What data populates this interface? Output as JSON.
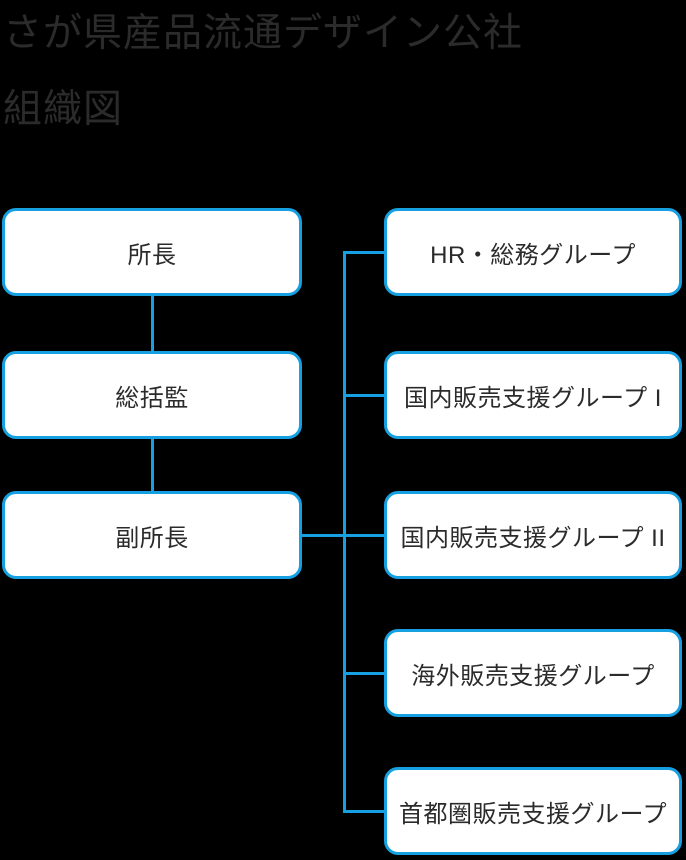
{
  "title": {
    "line1": "さが県産品流通デザイン公社",
    "line2": "組織図"
  },
  "org_chart": {
    "left_nodes": [
      {
        "label": "所長"
      },
      {
        "label": "総括監"
      },
      {
        "label": "副所長"
      }
    ],
    "right_nodes": [
      {
        "label": "HR・総務グループ"
      },
      {
        "label": "国内販売支援グループ I"
      },
      {
        "label": "国内販売支援グループ II"
      },
      {
        "label": "海外販売支援グループ"
      },
      {
        "label": "首都圏販売支援グループ"
      }
    ]
  },
  "colors": {
    "accent_blue": "#16a0e2",
    "box_fill": "#ffffff",
    "text_color": "#2b2b2b",
    "bg_color": "#000000"
  }
}
